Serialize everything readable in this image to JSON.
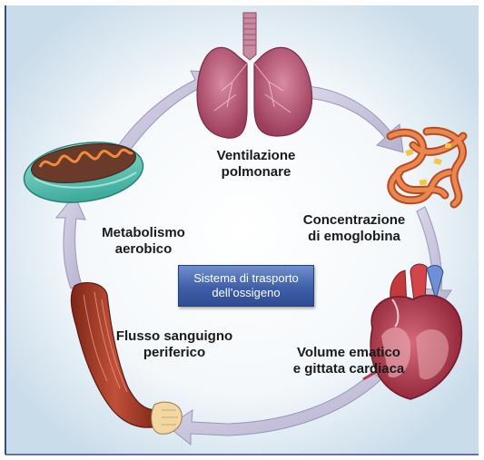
{
  "center_box": {
    "line1": "Sistema di trasporto",
    "line2": "dell’ossigeno"
  },
  "labels": {
    "ventilation": {
      "line1": "Ventilazione",
      "line2": "polmonare"
    },
    "hemoglobin": {
      "line1": "Concentrazione",
      "line2": "di emoglobina"
    },
    "cardiac": {
      "line1": "Volume ematico",
      "line2": "e gittata cardiaca"
    },
    "peripheral": {
      "line1": "Flusso sanguigno",
      "line2": "periferico"
    },
    "metabolism": {
      "line1": "Metabolismo",
      "line2": "aerobico"
    }
  },
  "colors": {
    "background_gradient_inner": "#ffffff",
    "background_gradient_outer": "#c9dcea",
    "frame_border": "#3a4b8c",
    "cycle_arrow": "#c4c0da",
    "cycle_arrow_stroke": "#9a96b8",
    "center_box": "#3f5ea8",
    "lungs": "#b0506e",
    "hemoglobin": "#d66a3a",
    "heart": "#b5374a",
    "arm_muscle": "#a63a26",
    "mitochondrion": "#5fc9b8"
  },
  "icons": [
    "lungs-icon",
    "hemoglobin-icon",
    "heart-icon",
    "arm-icon",
    "mitochondrion-icon"
  ]
}
